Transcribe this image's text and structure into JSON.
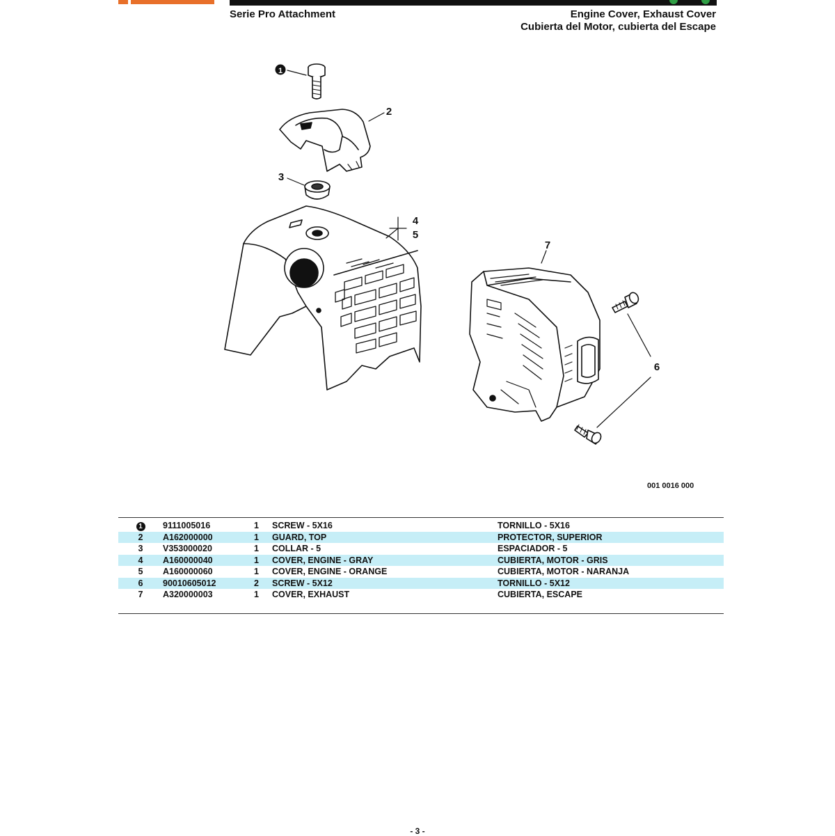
{
  "header": {
    "series": "Serie Pro Attachment",
    "title_en": "Engine Cover, Exhaust Cover",
    "title_es": "Cubierta del Motor, cubierta del Escape"
  },
  "diagram": {
    "callouts": [
      "1",
      "2",
      "3",
      "4",
      "5",
      "6",
      "7"
    ],
    "figure_code": "001 0016 000"
  },
  "parts": [
    {
      "ref": "1",
      "part_no": "9111005016",
      "qty": "1",
      "desc_en": "SCREW - 5X16",
      "desc_es": "TORNILLO - 5X16"
    },
    {
      "ref": "2",
      "part_no": "A162000000",
      "qty": "1",
      "desc_en": "GUARD, TOP",
      "desc_es": "PROTECTOR, SUPERIOR"
    },
    {
      "ref": "3",
      "part_no": "V353000020",
      "qty": "1",
      "desc_en": "COLLAR - 5",
      "desc_es": "ESPACIADOR - 5"
    },
    {
      "ref": "4",
      "part_no": "A160000040",
      "qty": "1",
      "desc_en": "COVER, ENGINE - GRAY",
      "desc_es": "CUBIERTA, MOTOR - GRIS"
    },
    {
      "ref": "5",
      "part_no": "A160000060",
      "qty": "1",
      "desc_en": "COVER, ENGINE - ORANGE",
      "desc_es": "CUBIERTA, MOTOR - NARANJA"
    },
    {
      "ref": "6",
      "part_no": "90010605012",
      "qty": "2",
      "desc_en": "SCREW - 5X12",
      "desc_es": "TORNILLO - 5X12"
    },
    {
      "ref": "7",
      "part_no": "A320000003",
      "qty": "1",
      "desc_en": "COVER, EXHAUST",
      "desc_es": "CUBIERTA, ESCAPE"
    }
  ],
  "footer": {
    "page": "- 3 -"
  },
  "colors": {
    "row_shade": "#c6eef7",
    "brand_orange": "#e8702a",
    "green": "#2f9e44"
  }
}
